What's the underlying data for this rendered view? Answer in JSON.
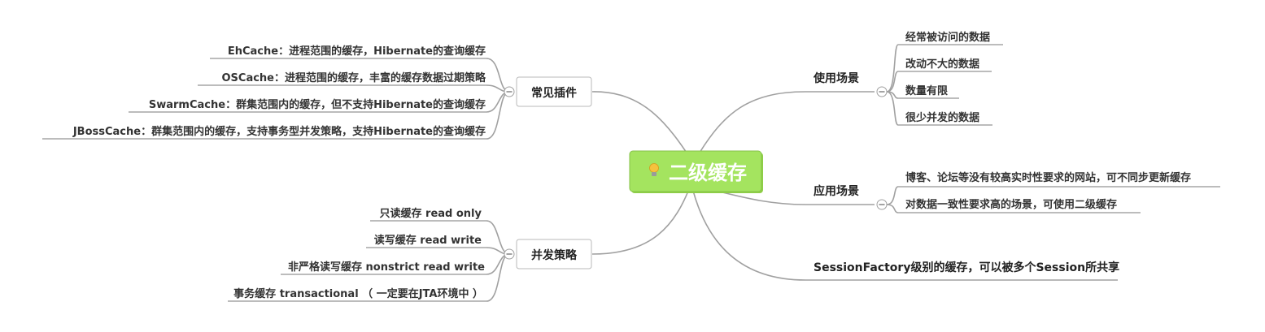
{
  "root": {
    "label": "二级缓存",
    "icon": "lightbulb-icon",
    "color": "#a4e45f"
  },
  "branches": {
    "plugins": {
      "label": "常见插件",
      "items": [
        "EhCache：进程范围的缓存，Hibernate的查询缓存",
        "OSCache：进程范围的缓存，丰富的缓存数据过期策略",
        "SwarmCache：群集范围内的缓存，但不支持Hibernate的查询缓存",
        "JBossCache：群集范围内的缓存，支持事务型并发策略，支持Hibernate的查询缓存"
      ]
    },
    "concurrency": {
      "label": "并发策略",
      "items": [
        "只读缓存 read only",
        "读写缓存 read write",
        "非严格读写缓存 nonstrict read write",
        "事务缓存 transactional （ 一定要在JTA环境中 ）"
      ]
    },
    "usage": {
      "label": "使用场景",
      "items": [
        "经常被访问的数据",
        "改动不大的数据",
        "数量有限",
        "很少并发的数据"
      ]
    },
    "application": {
      "label": "应用场景",
      "items": [
        "博客、论坛等没有较高实时性要求的网站，可不同步更新缓存",
        "对数据一致性要求高的场景，可使用二级缓存"
      ]
    },
    "session": {
      "label": "SessionFactory级别的缓存，可以被多个Session所共享"
    }
  }
}
